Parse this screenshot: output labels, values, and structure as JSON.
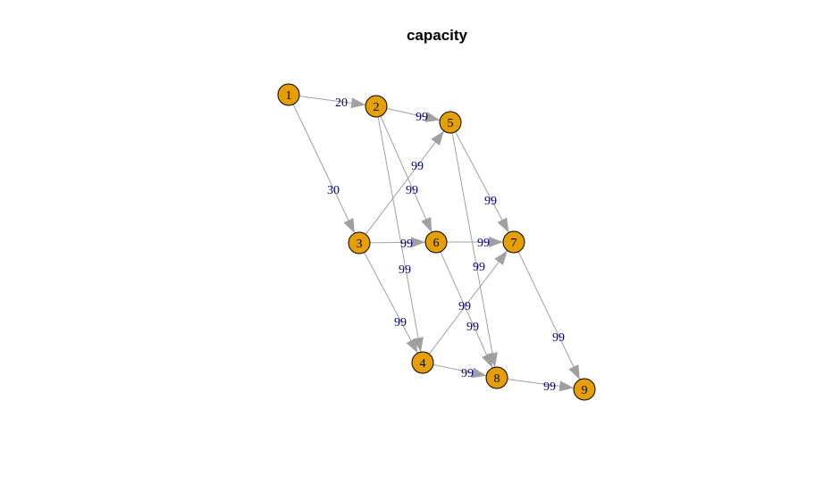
{
  "title": "capacity",
  "colors": {
    "node_fill": "#E69F00",
    "edge": "#A0A0A0",
    "edge_label": "#00008B"
  },
  "chart_data": {
    "type": "network",
    "title": "capacity",
    "directed": true,
    "nodes": [
      "1",
      "2",
      "3",
      "4",
      "5",
      "6",
      "7",
      "8",
      "9"
    ],
    "edges": [
      {
        "from": "1",
        "to": "2",
        "capacity": "20"
      },
      {
        "from": "1",
        "to": "3",
        "capacity": "30"
      },
      {
        "from": "2",
        "to": "5",
        "capacity": "99"
      },
      {
        "from": "2",
        "to": "6",
        "capacity": "99"
      },
      {
        "from": "2",
        "to": "4",
        "capacity": "99"
      },
      {
        "from": "3",
        "to": "5",
        "capacity": "99"
      },
      {
        "from": "3",
        "to": "6",
        "capacity": "99"
      },
      {
        "from": "3",
        "to": "4",
        "capacity": "99"
      },
      {
        "from": "5",
        "to": "7",
        "capacity": "99"
      },
      {
        "from": "5",
        "to": "8",
        "capacity": "99"
      },
      {
        "from": "6",
        "to": "7",
        "capacity": "99"
      },
      {
        "from": "6",
        "to": "8",
        "capacity": "99"
      },
      {
        "from": "4",
        "to": "7",
        "capacity": "99"
      },
      {
        "from": "4",
        "to": "8",
        "capacity": "99"
      },
      {
        "from": "7",
        "to": "9",
        "capacity": "99"
      },
      {
        "from": "8",
        "to": "9",
        "capacity": "99"
      }
    ]
  }
}
